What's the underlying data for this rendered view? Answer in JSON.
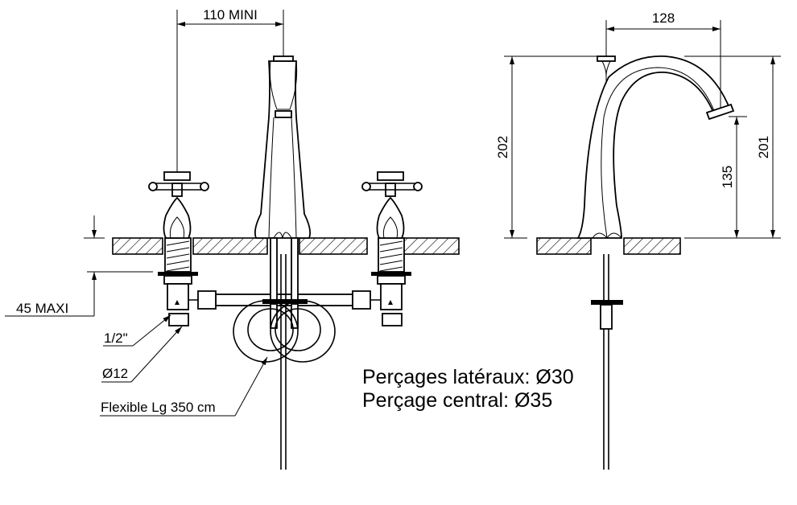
{
  "front_view": {
    "dim_width": "110 MINI",
    "dim_depth": "45 MAXI",
    "label_thread": "1/2\"",
    "label_diameter": "Ø12",
    "label_flexible": "Flexible Lg 350 cm"
  },
  "side_view": {
    "dim_reach": "128",
    "dim_total_height": "202",
    "dim_spout_height": "201",
    "dim_outlet_height": "135"
  },
  "notes": {
    "side_holes": "Perçages latéraux: Ø30",
    "center_hole": "Perçage central: Ø35"
  }
}
